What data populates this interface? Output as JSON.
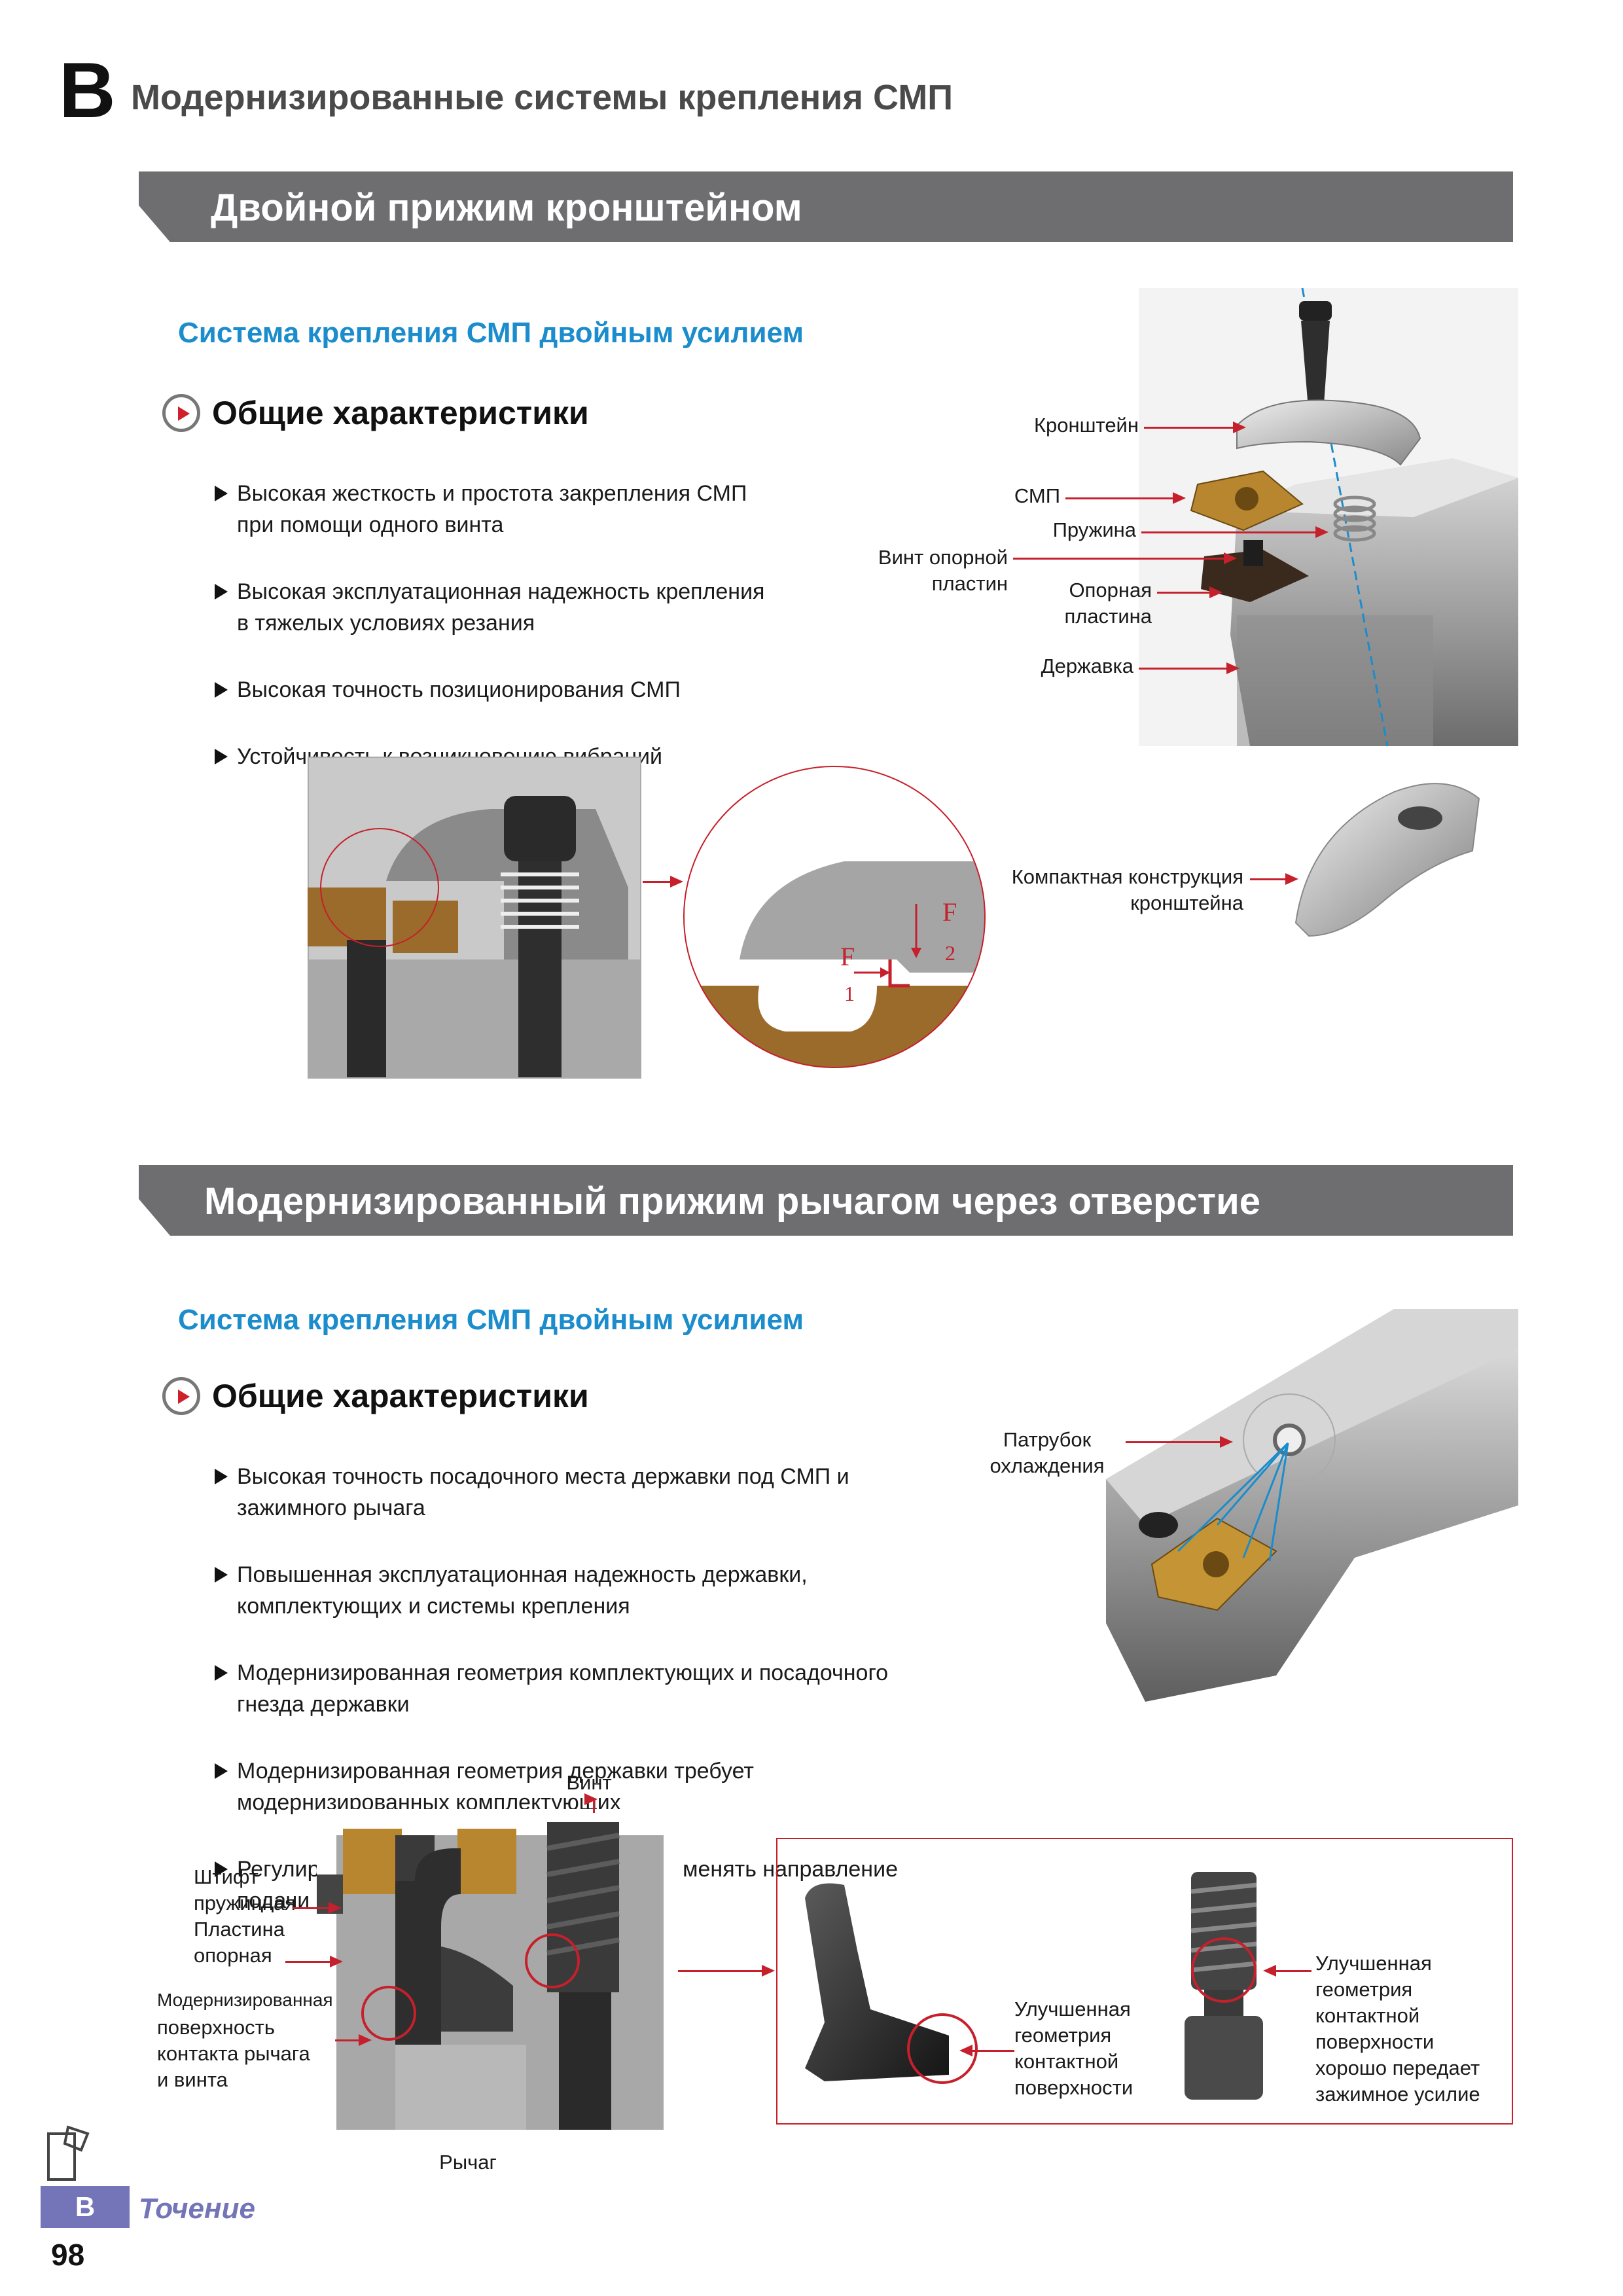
{
  "header": {
    "letter": "B",
    "title": "Модернизированные системы крепления СМП"
  },
  "section1": {
    "banner": "Двойной прижим кронштейном",
    "subtitle": "Система крепления СМП двойным усилием",
    "features_title": "Общие характеристики",
    "bullets": [
      "Высокая жесткость и простота закрепления СМП\nпри помощи одного винта",
      "Высокая эксплуатационная надежность крепления\nв тяжелых условиях резания",
      "Высокая точность позиционирования СМП",
      "Устойчивость к возникновению вибраций"
    ],
    "labels": {
      "bracket": "Кронштейн",
      "insert": "СМП",
      "spring": "Пружина",
      "shim_screw": "Винт опорной\nпластин",
      "shim": "Опорная\nпластина",
      "holder": "Державка",
      "compact": "Компактная конструкция\nкронштейна"
    },
    "force": {
      "f": "F",
      "one": "1",
      "two": "2"
    }
  },
  "section2": {
    "banner": "Модернизированный прижим рычагом через отверстие",
    "subtitle": "Система крепления СМП двойным усилием",
    "features_title": "Общие характеристики",
    "bullets": [
      "Высокая точность посадочного места державки под СМП и\nзажимного рычага",
      "Повышенная эксплуатационная надежность державки,\nкомплектующих и системы крепления",
      "Модернизированная геометрия комплектующих и посадочного\nгнезда державки",
      "Модернизированная геометрия державки требует\nмодернизированных комплектующих",
      "Регулировка сопла охлаждения позволяет менять направление\nподачи СОЖ"
    ],
    "labels": {
      "coolant": "Патрубок\nохлаждения",
      "screw": "Винт",
      "pin": "Штифт\nпружинная\nПластина\nопорная",
      "modern": "Модернизированная",
      "modern_rest": "поверхность\nконтакта рычага\nи винта",
      "lever": "Рычаг",
      "improved1": "Улучшенная\nгеометрия\nконтактной\nповерхности",
      "improved2": "Улучшенная\nгеометрия\nконтактной\nповерхности\nхорошо передает\nзажимное усилие"
    }
  },
  "footer": {
    "tab": "B",
    "section": "Точение",
    "page": "98"
  },
  "colors": {
    "banner": "#6e6e70",
    "subtitle": "#1b8ccc",
    "accent": "#c5202b",
    "footer": "#7474b8",
    "insert": "#b8862e"
  }
}
